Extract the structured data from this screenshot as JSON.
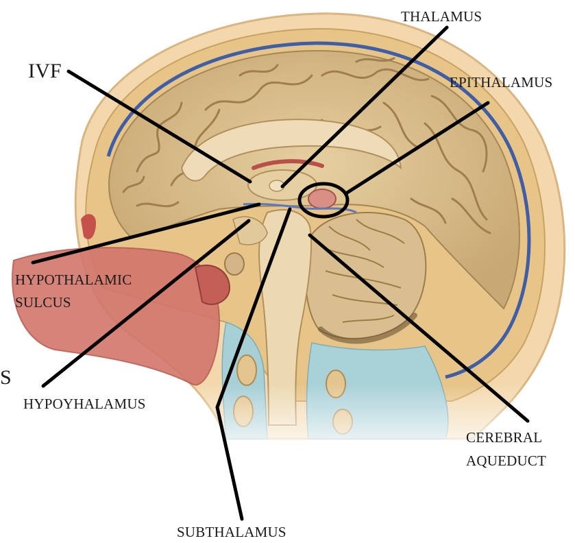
{
  "labels": {
    "ivf": "IVF",
    "thalamus": "THALAMUS",
    "epithalamus": "EPITHALAMUS",
    "hypothalamic_sulcus_line1": "HYPOTHALAMIC",
    "hypothalamic_sulcus_line2": "SULCUS",
    "hypothalamus": "HYPOYHALAMUS",
    "subthalamus": "SUBTHALAMUS",
    "cerebral_aqueduct_line1": "CEREBRAL",
    "cerebral_aqueduct_line2": "AQUEDUCT",
    "cut_off_letter": "S"
  },
  "colors": {
    "skin": "#f1d3a6",
    "skull": "#e9c98a",
    "dura": "#3e5ea8",
    "brain": "#dcc08e",
    "brain_dark": "#b89a66",
    "nasal": "#d2756a",
    "neck_blue": "#a9d1d8",
    "brainstem": "#e8d2a8",
    "highlight": "#c05a55"
  }
}
